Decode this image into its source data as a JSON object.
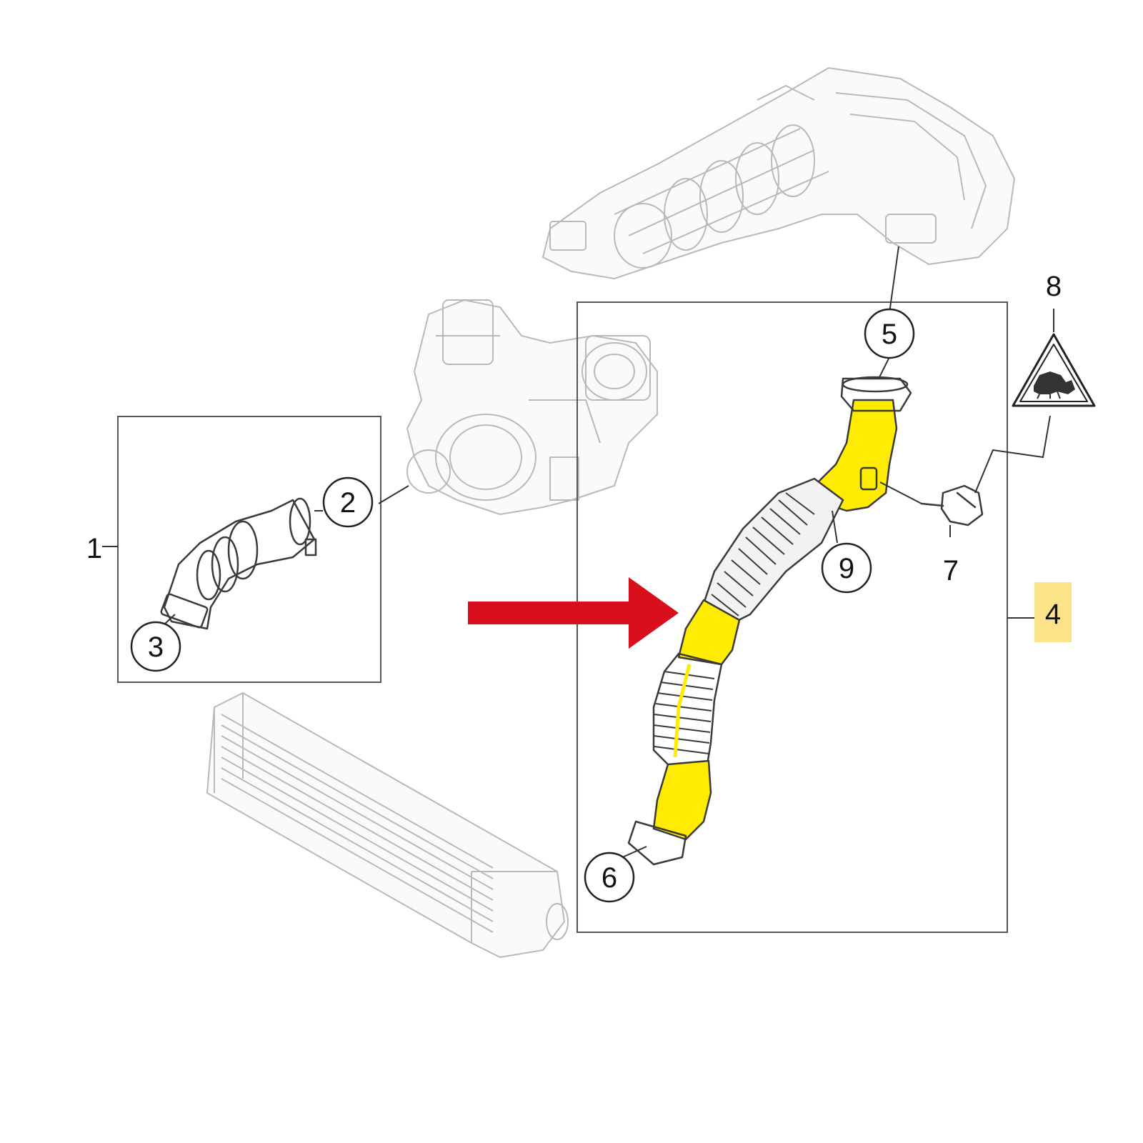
{
  "callouts": {
    "c1": "1",
    "c2": "2",
    "c3": "3",
    "c4": "4",
    "c5": "5",
    "c6": "6",
    "c7": "7",
    "c8": "8",
    "c9": "9"
  },
  "colors": {
    "highlight_yellow": "#ffec00",
    "label_highlight": "#fbe38a",
    "arrow_red": "#d7101c",
    "line": "#333333",
    "ghost": "#b9b9b9"
  },
  "icons": {
    "warning": "animal-warning-triangle-icon",
    "arrow": "red-arrow-icon"
  }
}
